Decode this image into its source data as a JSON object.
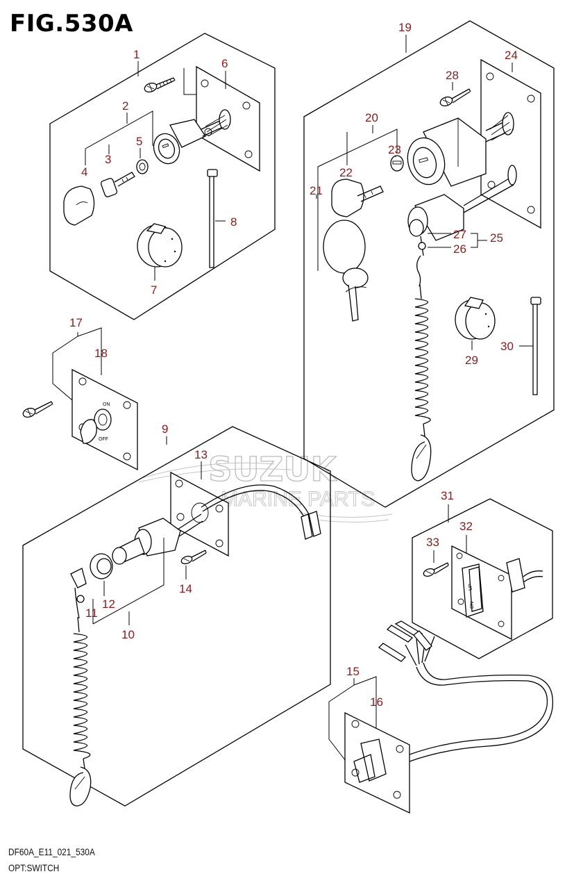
{
  "figure": {
    "title": "FIG.530A"
  },
  "footer": {
    "code": "DF60A_E11_021_530A",
    "name": "OPT:SWITCH"
  },
  "watermark": {
    "brand": "SUZUK",
    "sub": "MARINE PARTS"
  },
  "switch_marks": {
    "on": "ON",
    "off": "OFF",
    "up": "UP",
    "dn": "DN"
  },
  "callouts": [
    {
      "id": "1",
      "label": "1"
    },
    {
      "id": "2",
      "label": "2"
    },
    {
      "id": "3",
      "label": "3"
    },
    {
      "id": "4",
      "label": "4"
    },
    {
      "id": "5",
      "label": "5"
    },
    {
      "id": "6",
      "label": "6"
    },
    {
      "id": "7",
      "label": "7"
    },
    {
      "id": "8",
      "label": "8"
    },
    {
      "id": "9",
      "label": "9"
    },
    {
      "id": "10",
      "label": "10"
    },
    {
      "id": "11",
      "label": "11"
    },
    {
      "id": "12",
      "label": "12"
    },
    {
      "id": "13",
      "label": "13"
    },
    {
      "id": "14",
      "label": "14"
    },
    {
      "id": "15",
      "label": "15"
    },
    {
      "id": "16",
      "label": "16"
    },
    {
      "id": "17",
      "label": "17"
    },
    {
      "id": "18",
      "label": "18"
    },
    {
      "id": "19",
      "label": "19"
    },
    {
      "id": "20",
      "label": "20"
    },
    {
      "id": "21",
      "label": "21"
    },
    {
      "id": "22",
      "label": "22"
    },
    {
      "id": "23",
      "label": "23"
    },
    {
      "id": "24",
      "label": "24"
    },
    {
      "id": "25",
      "label": "25"
    },
    {
      "id": "26",
      "label": "26"
    },
    {
      "id": "27",
      "label": "27"
    },
    {
      "id": "28",
      "label": "28"
    },
    {
      "id": "29",
      "label": "29"
    },
    {
      "id": "30",
      "label": "30"
    },
    {
      "id": "31",
      "label": "31"
    },
    {
      "id": "32",
      "label": "32"
    },
    {
      "id": "33",
      "label": "33"
    }
  ]
}
